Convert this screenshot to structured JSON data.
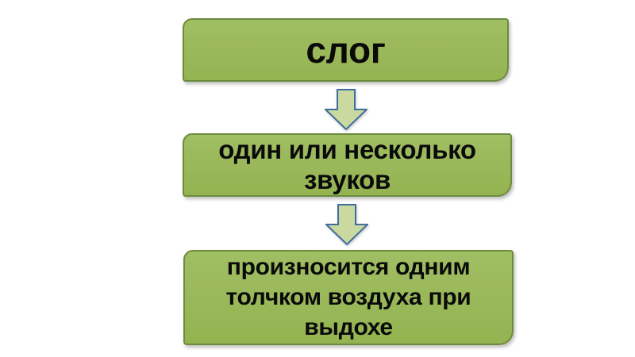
{
  "slide": {
    "background_color": "#ffffff",
    "diagram": {
      "type": "vertical-process-flow",
      "node_fill_color": "#9bbb59",
      "node_border_color": "#6d8b3d",
      "node_text_color": "#0a0a0a",
      "arrow_fill_color": "#c9d9a0",
      "arrow_border_color": "#3f6d9c",
      "nodes": [
        {
          "id": "term",
          "label": "слог"
        },
        {
          "id": "composition",
          "label": "один или несколько\nзвуков"
        },
        {
          "id": "articulation",
          "label": "произносится одним\nтолчком воздуха при\nвыдохе"
        }
      ],
      "arrows": [
        {
          "icon": "down-block-arrow-icon",
          "from": "term",
          "to": "composition"
        },
        {
          "icon": "down-block-arrow-icon",
          "from": "composition",
          "to": "articulation"
        }
      ]
    }
  }
}
